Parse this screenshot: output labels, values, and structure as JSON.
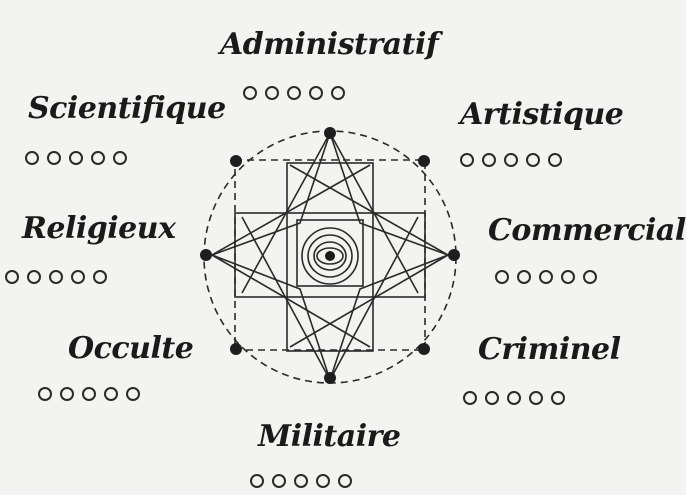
{
  "spheres": [
    {
      "key": "administratif",
      "label": "Administratif",
      "rating": 0,
      "max": 5
    },
    {
      "key": "artistique",
      "label": "Artistique",
      "rating": 0,
      "max": 5
    },
    {
      "key": "commercial",
      "label": "Commercial",
      "rating": 0,
      "max": 5
    },
    {
      "key": "criminel",
      "label": "Criminel",
      "rating": 0,
      "max": 5
    },
    {
      "key": "militaire",
      "label": "Militaire",
      "rating": 0,
      "max": 5
    },
    {
      "key": "occulte",
      "label": "Occulte",
      "rating": 0,
      "max": 5
    },
    {
      "key": "religieux",
      "label": "Religieux",
      "rating": 0,
      "max": 5
    },
    {
      "key": "scientifique",
      "label": "Scientifique",
      "rating": 0,
      "max": 5
    }
  ],
  "colors": {
    "ink": "#1a1a1a",
    "paper": "#f3f3f1"
  },
  "icons": {
    "center": "eye-emblem-icon"
  }
}
